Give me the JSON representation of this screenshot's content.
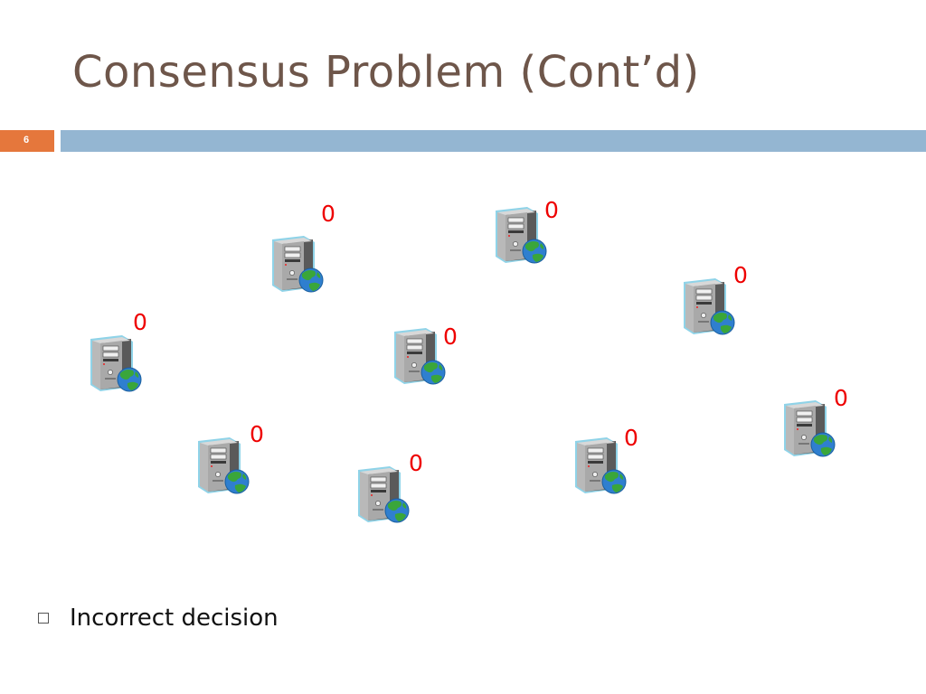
{
  "slide": {
    "title": "Consensus Problem (Cont’d)",
    "number": "6",
    "colors": {
      "title": "#6e564a",
      "number_box": "#e5773c",
      "header_bar": "#94b6d2",
      "node_value": "#ee0000"
    }
  },
  "nodes": [
    {
      "icon": "server-globe-icon",
      "value": "0"
    },
    {
      "icon": "server-globe-icon",
      "value": "0"
    },
    {
      "icon": "server-globe-icon",
      "value": "0"
    },
    {
      "icon": "server-globe-icon",
      "value": "0"
    },
    {
      "icon": "server-globe-icon",
      "value": "0"
    },
    {
      "icon": "server-globe-icon",
      "value": "0"
    },
    {
      "icon": "server-globe-icon",
      "value": "0"
    },
    {
      "icon": "server-globe-icon",
      "value": "0"
    },
    {
      "icon": "server-globe-icon",
      "value": "0"
    }
  ],
  "bullets": [
    {
      "text": "Incorrect decision"
    }
  ]
}
